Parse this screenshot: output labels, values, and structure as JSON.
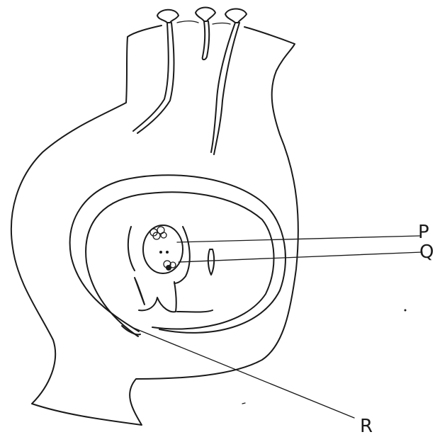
{
  "diagram": {
    "labels": {
      "P": "P",
      "Q": "Q",
      "R": "R"
    },
    "ink_color": "#1a1a1a",
    "background": "#ffffff"
  }
}
